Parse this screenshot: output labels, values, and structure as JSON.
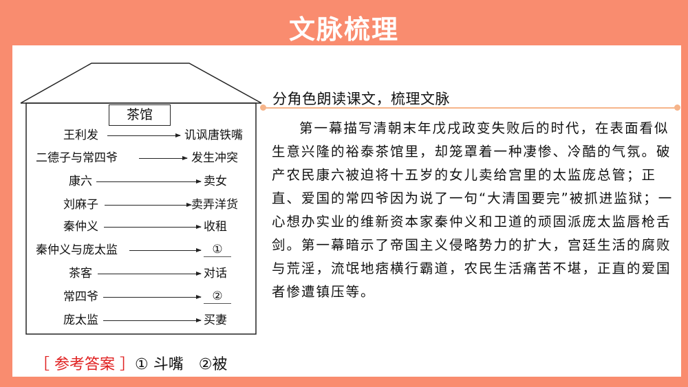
{
  "header": {
    "title": "文脉梳理"
  },
  "diagram": {
    "sign": "茶馆",
    "rows": [
      {
        "left": "王利发",
        "right": "讥讽唐铁嘴"
      },
      {
        "left": "二德子与常四爷",
        "right": "发生冲突"
      },
      {
        "left": "康六",
        "right": "卖女"
      },
      {
        "left": "刘麻子",
        "right": "卖弄洋货"
      },
      {
        "left": "秦仲义",
        "right": "收租"
      },
      {
        "left": "秦仲义与庞太监",
        "right": "①"
      },
      {
        "left": "茶客",
        "right": "对话"
      },
      {
        "left": "常四爷",
        "right": "②"
      },
      {
        "left": "庞太监",
        "right": "买妻"
      }
    ]
  },
  "section": {
    "subtitle": "分角色朗读课文，梳理文脉",
    "paragraph": "第一幕描写清朝末年戊戌政变失败后的时代，在表面看似生意兴隆的裕泰茶馆里，却笼罩着一种凄惨、冷酷的气氛。破产农民康六被迫将十五岁的女儿卖给宫里的太监庞总管；正直、爱国的常四爷因为说了一句“大清国要完”被抓进监狱；一心想办实业的维新资本家秦仲义和卫道的顽固派庞太监唇枪舌剑。第一幕暗示了帝国主义侵略势力的扩大，宫廷生活的腐败与荒淫，流氓地痞横行霸道，农民生活痛苦不堪，正直的爱国者惨遭镇压等。"
  },
  "answer": {
    "label": "［ 参考答案 ］",
    "text": "① 斗嘴　②被"
  },
  "colors": {
    "background": "#F98C6F",
    "rule": "#F6B48A",
    "answer_label": "#E02020"
  }
}
